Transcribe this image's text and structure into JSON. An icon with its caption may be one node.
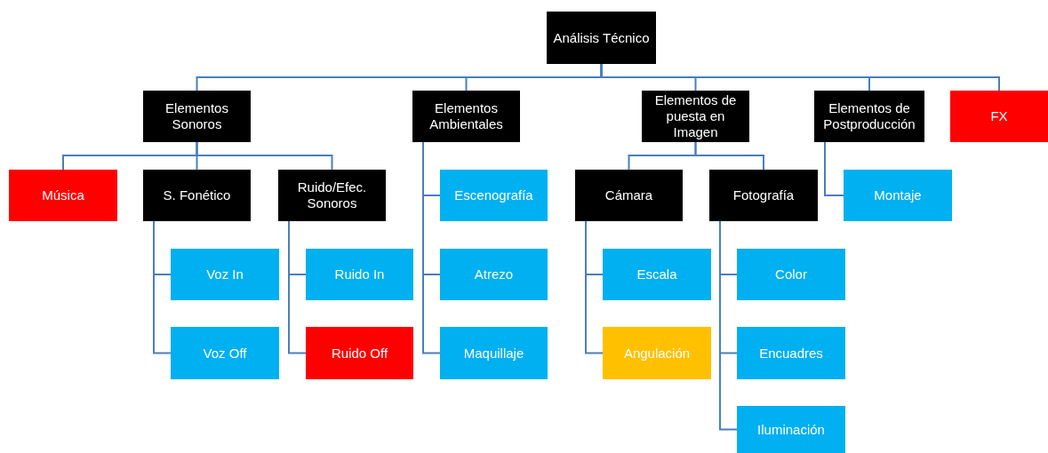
{
  "diagram": {
    "nodes": [
      {
        "text": [
          "Análisis Técnico"
        ]
      },
      {
        "text": [
          "Elementos Sonoros"
        ]
      },
      {
        "text": [
          "Elementos Ambientales"
        ]
      },
      {
        "text": [
          "Elementos de puesta en Imagen"
        ]
      },
      {
        "text": [
          "Elementos de Postproducción"
        ]
      },
      {
        "text": [
          "FX"
        ]
      },
      {
        "text": [
          "Música"
        ]
      },
      {
        "text": [
          "S. Fonético"
        ]
      },
      {
        "text": [
          "Ruido/Efec. Sonoros"
        ]
      },
      {
        "text": [
          "Escenografía"
        ]
      },
      {
        "text": [
          "Atrezo"
        ]
      },
      {
        "text": [
          "Maquillaje"
        ]
      },
      {
        "text": [
          "Cámara"
        ]
      },
      {
        "text": [
          "Fotografía"
        ]
      },
      {
        "text": [
          "Montaje"
        ]
      },
      {
        "text": [
          "Voz In"
        ]
      },
      {
        "text": [
          "Voz Off"
        ]
      },
      {
        "text": [
          "Ruido In"
        ]
      },
      {
        "text": [
          "Ruido Off"
        ]
      },
      {
        "text": [
          "Escala"
        ]
      },
      {
        "text": [
          "Angulación"
        ]
      },
      {
        "text": [
          "Color"
        ]
      },
      {
        "text": [
          "Encuadres"
        ]
      },
      {
        "text": [
          "Iluminación"
        ]
      }
    ],
    "edges": [
      {
        "from": 0,
        "to": 1,
        "arrow": "none"
      },
      {
        "from": 0,
        "to": 2,
        "arrow": "none"
      },
      {
        "from": 0,
        "to": 3,
        "arrow": "none"
      },
      {
        "from": 0,
        "to": 4,
        "arrow": "none"
      },
      {
        "from": 0,
        "to": 5,
        "arrow": "none"
      },
      {
        "from": 1,
        "to": 6,
        "arrow": "none"
      },
      {
        "from": 1,
        "to": 7,
        "arrow": "none"
      },
      {
        "from": 1,
        "to": 8,
        "arrow": "none"
      },
      {
        "from": 2,
        "to": 9,
        "arrow": "none"
      },
      {
        "from": 2,
        "to": 10,
        "arrow": "none"
      },
      {
        "from": 2,
        "to": 11,
        "arrow": "none"
      },
      {
        "from": 3,
        "to": 12,
        "arrow": "none"
      },
      {
        "from": 3,
        "to": 13,
        "arrow": "none"
      },
      {
        "from": 4,
        "to": 14,
        "arrow": "none"
      },
      {
        "from": 7,
        "to": 15,
        "arrow": "none"
      },
      {
        "from": 7,
        "to": 16,
        "arrow": "none"
      },
      {
        "from": 8,
        "to": 17,
        "arrow": "none"
      },
      {
        "from": 8,
        "to": 18,
        "arrow": "none"
      },
      {
        "from": 12,
        "to": 19,
        "arrow": "none"
      },
      {
        "from": 12,
        "to": 20,
        "arrow": "none"
      },
      {
        "from": 13,
        "to": 21,
        "arrow": "none"
      },
      {
        "from": 13,
        "to": 22,
        "arrow": "none"
      },
      {
        "from": 13,
        "to": 23,
        "arrow": "none"
      }
    ]
  }
}
